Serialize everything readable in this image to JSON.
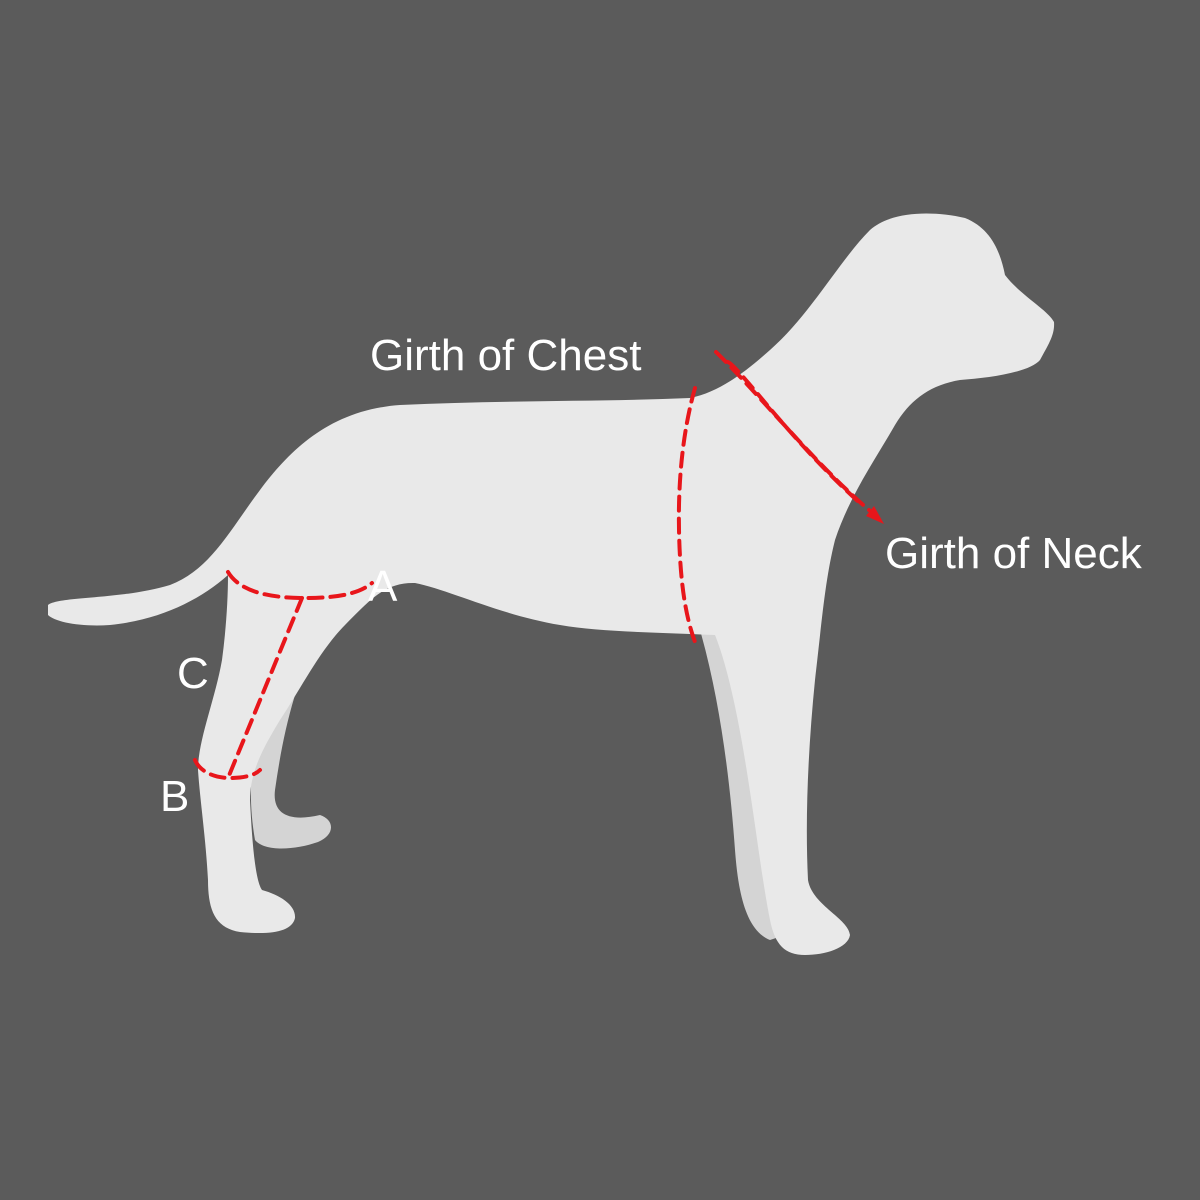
{
  "diagram": {
    "title": "Dog measurement guide",
    "labels": {
      "chest": "Girth of Chest",
      "neck": "Girth of Neck",
      "a": "A",
      "b": "B",
      "c": "C"
    },
    "colors": {
      "background": "#5b5b5b",
      "dog": "#e9e9e9",
      "measure_line": "#e8161b",
      "text": "#ffffff"
    }
  }
}
